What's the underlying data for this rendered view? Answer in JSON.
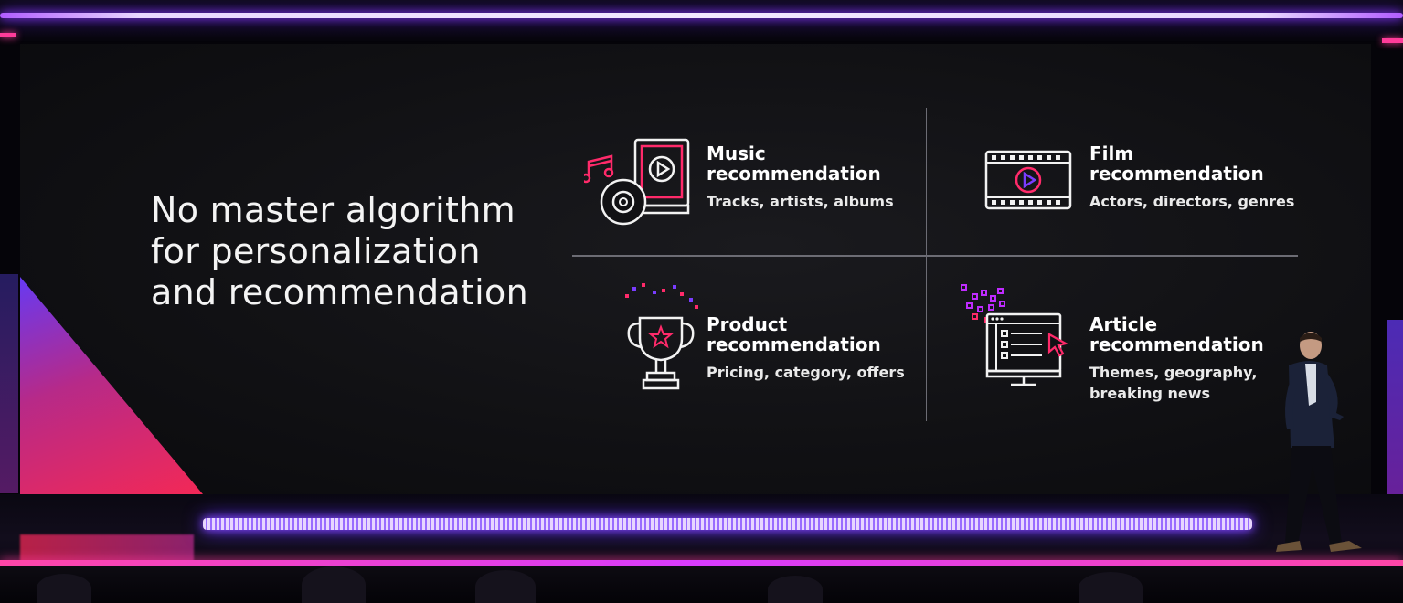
{
  "slide": {
    "headline": "No master algorithm for personalization and recommendation",
    "quadrants": [
      {
        "title_line1": "Music",
        "title_line2": "recommendation",
        "subtitle": "Tracks, artists, albums",
        "icon": "music-player-icon"
      },
      {
        "title_line1": "Film",
        "title_line2": "recommendation",
        "subtitle": "Actors, directors, genres",
        "icon": "film-strip-icon"
      },
      {
        "title_line1": "Product",
        "title_line2": "recommendation",
        "subtitle": "Pricing, category, offers",
        "icon": "trophy-icon"
      },
      {
        "title_line1": "Article",
        "title_line2": "recommendation",
        "subtitle": "Themes, geography, breaking news",
        "icon": "monitor-article-icon"
      }
    ]
  },
  "colors": {
    "accent_pink": "#ff2a6a",
    "accent_purple": "#7a3cff",
    "line_white": "#f2f2f2",
    "stage_glow": "#ff46a8"
  }
}
